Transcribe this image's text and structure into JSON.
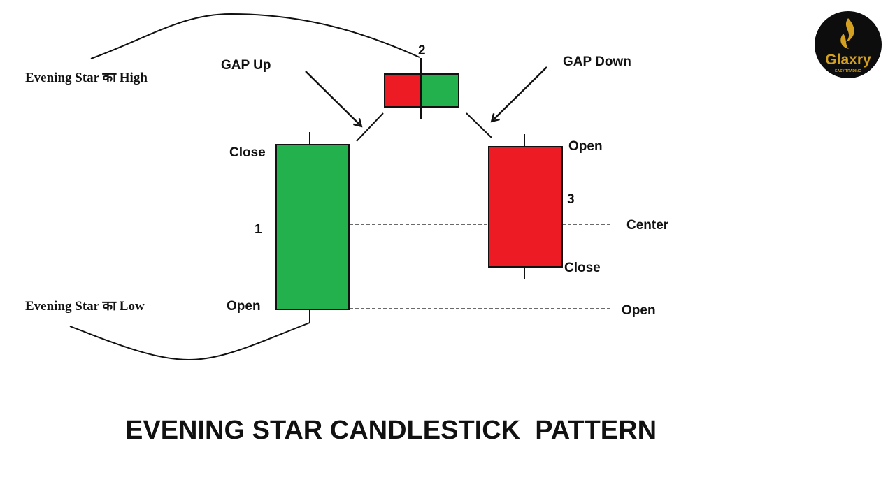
{
  "title": "EVENING STAR CANDLESTICK  PATTERN",
  "logo": {
    "name": "Glaxry",
    "tagline": "EASY TRADING",
    "icon": "flame-icon",
    "bg": "#0d0d0d",
    "gold": "#d4a020"
  },
  "colors": {
    "bull": "#22b14c",
    "bear": "#ed1c24",
    "ink": "#111111"
  },
  "candles": {
    "first": {
      "number": "1",
      "top_label": "Close",
      "bottom_label": "Open",
      "color": "bull"
    },
    "star": {
      "number": "2",
      "color": "red-green"
    },
    "third": {
      "number": "3",
      "top_label": "Open",
      "bottom_label": "Close",
      "color": "bear"
    }
  },
  "annotations": {
    "gap_up": "GAP Up",
    "gap_down": "GAP Down",
    "high": "Evening Star का High",
    "low": "Evening Star का Low",
    "center": "Center",
    "open_level": "Open"
  }
}
